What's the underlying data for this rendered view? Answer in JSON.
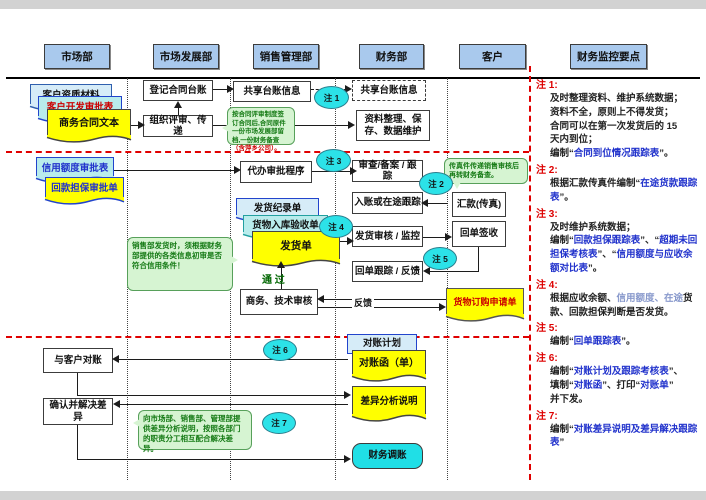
{
  "lanes": [
    "市场部",
    "市场发展部",
    "销售管理部",
    "财务部",
    "客户",
    "财务监控要点"
  ],
  "flow": {
    "kehu_zizhi": "客户资质材料",
    "kaifa_shenpi": "客户开发审批表",
    "shangwu_hetong": "商务合同文本",
    "dengji": "登记合同台账",
    "zuzhi": "组织评审、传递",
    "gongxiang_solid": "共享台账信息",
    "gongxiang_dashed": "共享台账信息",
    "ziliao": "资料整理、保存、数据维护",
    "xinyong": "信用额度审批表",
    "danbao": "回款担保审批单",
    "daiban": "代办审批程序",
    "shencha": "审查/备案 / 跟踪",
    "ruzhang": "入账或在途跟踪",
    "huikuan": "汇款(传真)",
    "fahuo_jilu": "发货纪录单",
    "ruku": "货物入库验收单",
    "fahuodan": "发货单",
    "fahuo_shenhe": "发货审核 / 监控",
    "huidan_qianshou": "回单签收",
    "huidan_genzong": "回单跟踪 / 反馈",
    "tongguo": "通 过",
    "shangwu_shenhe": "商务、技术审核",
    "fankui": "反馈",
    "dinggou": "货物订购申请单",
    "duizhang_jihua": "对账计划",
    "duizhang_han": "对账函（单）",
    "yu_kehu": "与客户对账",
    "chayi": "差异分析说明",
    "queren": "确认并解决差异",
    "tiaozhang": "财务调账"
  },
  "badges": {
    "n1": "注 1",
    "n2": "注 2",
    "n3": "注 3",
    "n4": "注 4",
    "n5": "注 5",
    "n6": "注 6",
    "n7": "注 7"
  },
  "callouts": {
    "contract": [
      {
        "t": "按合同评审制度签订合同后,合同原件一份市场发展部留档,一份财务备查"
      },
      {
        "t": "（含萍乡公司）。",
        "c": "red"
      }
    ],
    "fax": [
      {
        "t": "传真件传递销售审核后再转财务备查。"
      }
    ],
    "shipping": [
      {
        "t": "销售部发货时，须根据财务部提供的各类信息初审是否符合信用条件！"
      }
    ],
    "difference": [
      {
        "t": "向市场部、销售部、管理部提供差异分析说明，按照各部门的职责分工相互配合解决差异。"
      }
    ]
  },
  "notes": [
    {
      "label": "注 1:",
      "segments": [
        {
          "t": "及时整理资料、维护系统数据；\n资料不全，原则上不得发货；\n合同可以在第一次发货后的 15\n天内到位；\n编制“"
        },
        {
          "t": "合同到位情况跟踪表",
          "c": "hl"
        },
        {
          "t": "”。"
        }
      ]
    },
    {
      "label": "注 2:",
      "segments": [
        {
          "t": "根据汇款传真件编制“"
        },
        {
          "t": "在途货款跟踪表",
          "c": "hl"
        },
        {
          "t": "”。"
        }
      ]
    },
    {
      "label": "注 3:",
      "segments": [
        {
          "t": "及时维护系统数据；\n编制“"
        },
        {
          "t": "回款担保跟踪表",
          "c": "hl"
        },
        {
          "t": "”、“"
        },
        {
          "t": "超期未回担保考核表",
          "c": "hl"
        },
        {
          "t": "”、“"
        },
        {
          "t": "信用额度与应收余额对比表",
          "c": "hl"
        },
        {
          "t": "”。"
        }
      ]
    },
    {
      "label": "注 4:",
      "segments": [
        {
          "t": "根据应收余额、"
        },
        {
          "t": "信用额度、在途",
          "c": "soft"
        },
        {
          "t": "货款、回款担保判断是否发货。"
        }
      ]
    },
    {
      "label": "注 5:",
      "segments": [
        {
          "t": "编制“"
        },
        {
          "t": "回单跟踪表",
          "c": "hl"
        },
        {
          "t": "”。"
        }
      ]
    },
    {
      "label": "注 6:",
      "segments": [
        {
          "t": "编制“"
        },
        {
          "t": "对账计划及跟踪考核表",
          "c": "hl"
        },
        {
          "t": "”、\n填制“"
        },
        {
          "t": "对账函",
          "c": "hl"
        },
        {
          "t": "”、打印“"
        },
        {
          "t": "对账单",
          "c": "hl"
        },
        {
          "t": "”\n并下发。"
        }
      ]
    },
    {
      "label": "注 7:",
      "segments": [
        {
          "t": "编制“"
        },
        {
          "t": "对账差异说明及差异解决跟踪表",
          "c": "hl"
        },
        {
          "t": "”"
        }
      ]
    }
  ]
}
